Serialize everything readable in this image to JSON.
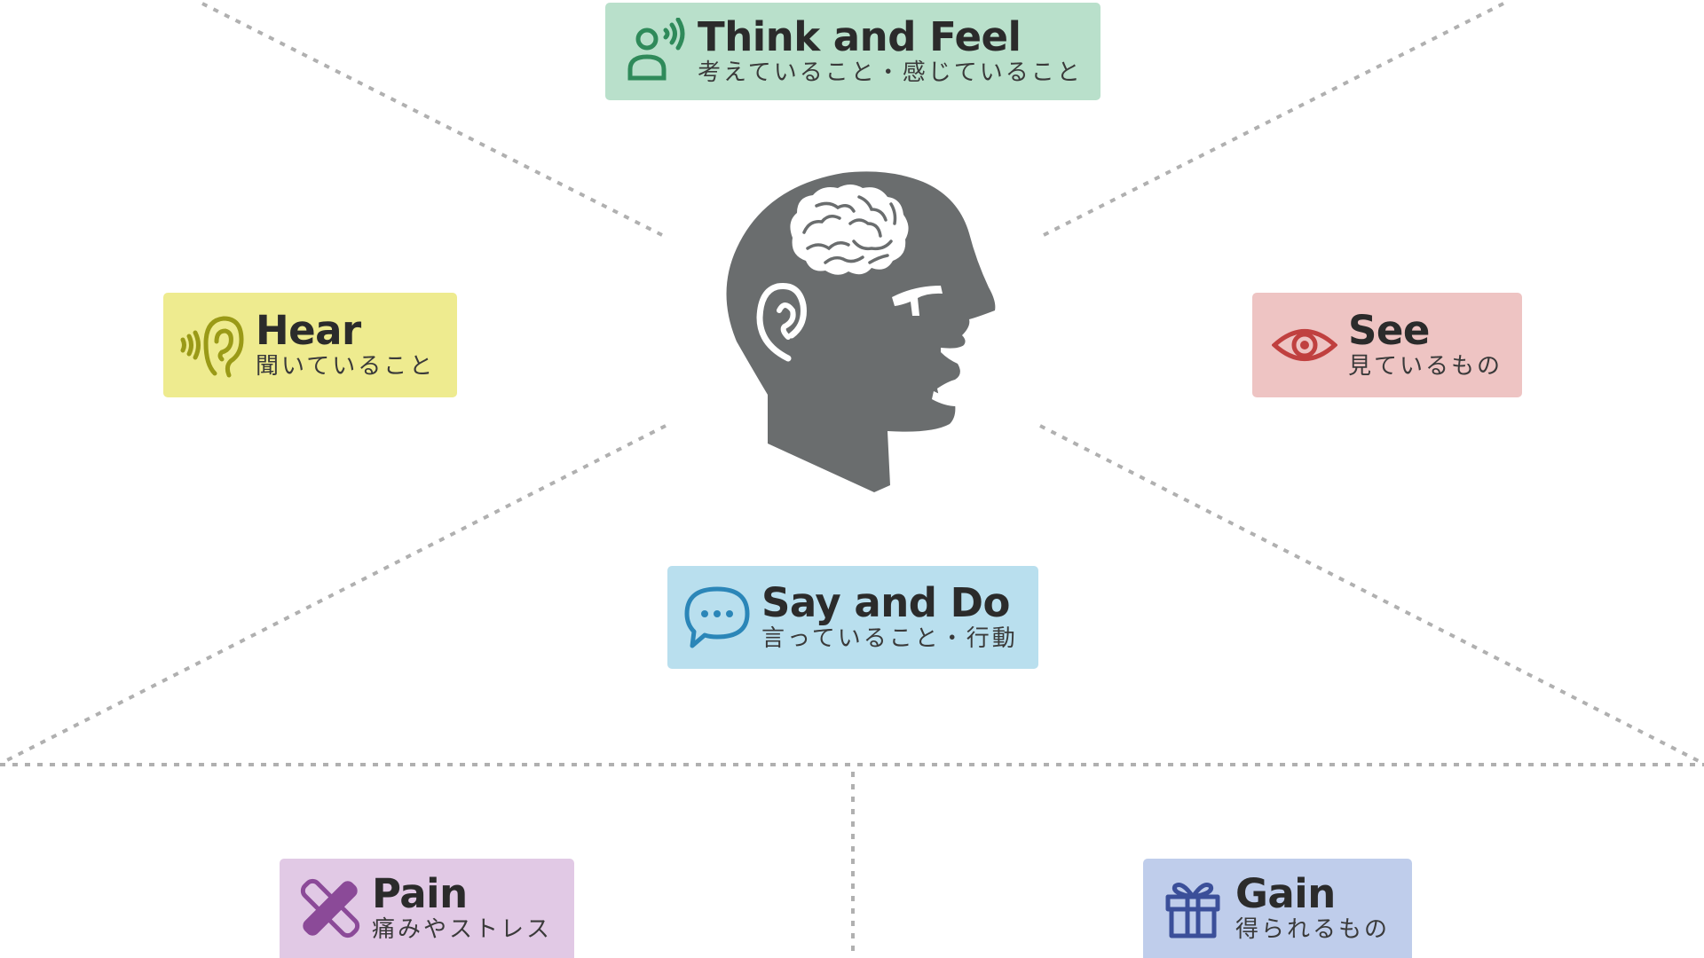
{
  "colors": {
    "think_bg": "#b9e0cb",
    "think_icon": "#2f8a5a",
    "hear_bg": "#eeeb8f",
    "hear_icon": "#9a9a17",
    "see_bg": "#eec4c3",
    "see_icon": "#c0403f",
    "say_bg": "#b9dfee",
    "say_icon": "#2b86b8",
    "pain_bg": "#e1c9e5",
    "pain_icon": "#8b4a98",
    "gain_bg": "#bfcdeb",
    "gain_icon": "#3b4f99",
    "head": "#6a6d6e",
    "divider": "#b0b0b0"
  },
  "center": {
    "icon": "head-with-brain-icon"
  },
  "quadrants": {
    "think": {
      "title": "Think and Feel",
      "subtitle": "考えていること・感じていること",
      "icon": "person-thinking-icon"
    },
    "hear": {
      "title": "Hear",
      "subtitle": "聞いていること",
      "icon": "ear-icon"
    },
    "see": {
      "title": "See",
      "subtitle": "見ているもの",
      "icon": "eye-icon"
    },
    "say": {
      "title": "Say and Do",
      "subtitle": "言っていること・行動",
      "icon": "speech-bubble-icon"
    },
    "pain": {
      "title": "Pain",
      "subtitle": "痛みやストレス",
      "icon": "bandage-x-icon"
    },
    "gain": {
      "title": "Gain",
      "subtitle": "得られるもの",
      "icon": "gift-icon"
    }
  }
}
